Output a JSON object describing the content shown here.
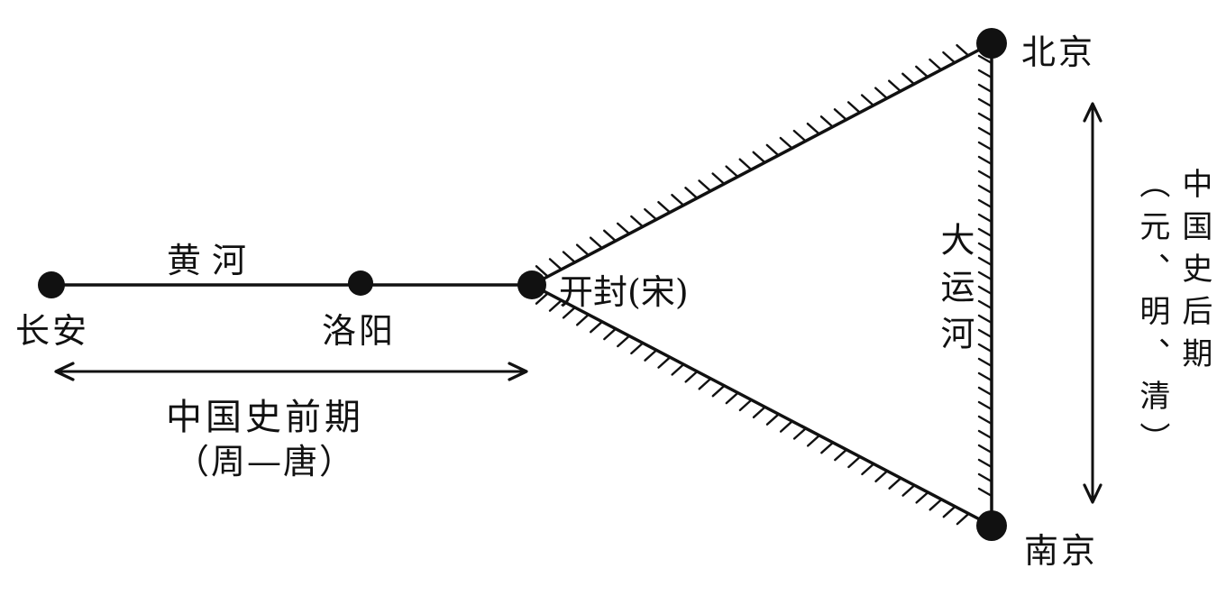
{
  "diagram": {
    "cities": {
      "changan": "长安",
      "luoyang": "洛阳",
      "kaifeng": "开封(宋)",
      "beijing": "北京",
      "nanjing": "南京"
    },
    "features": {
      "yellow_river": "黄河",
      "grand_canal": "大运河"
    },
    "periods": {
      "early_title": "中国史前期",
      "early_range": "（周—唐）",
      "late_title": "中国史后期",
      "late_range": "（元、明、清）"
    },
    "colors": {
      "ink": "#111111",
      "background": "#ffffff"
    }
  }
}
